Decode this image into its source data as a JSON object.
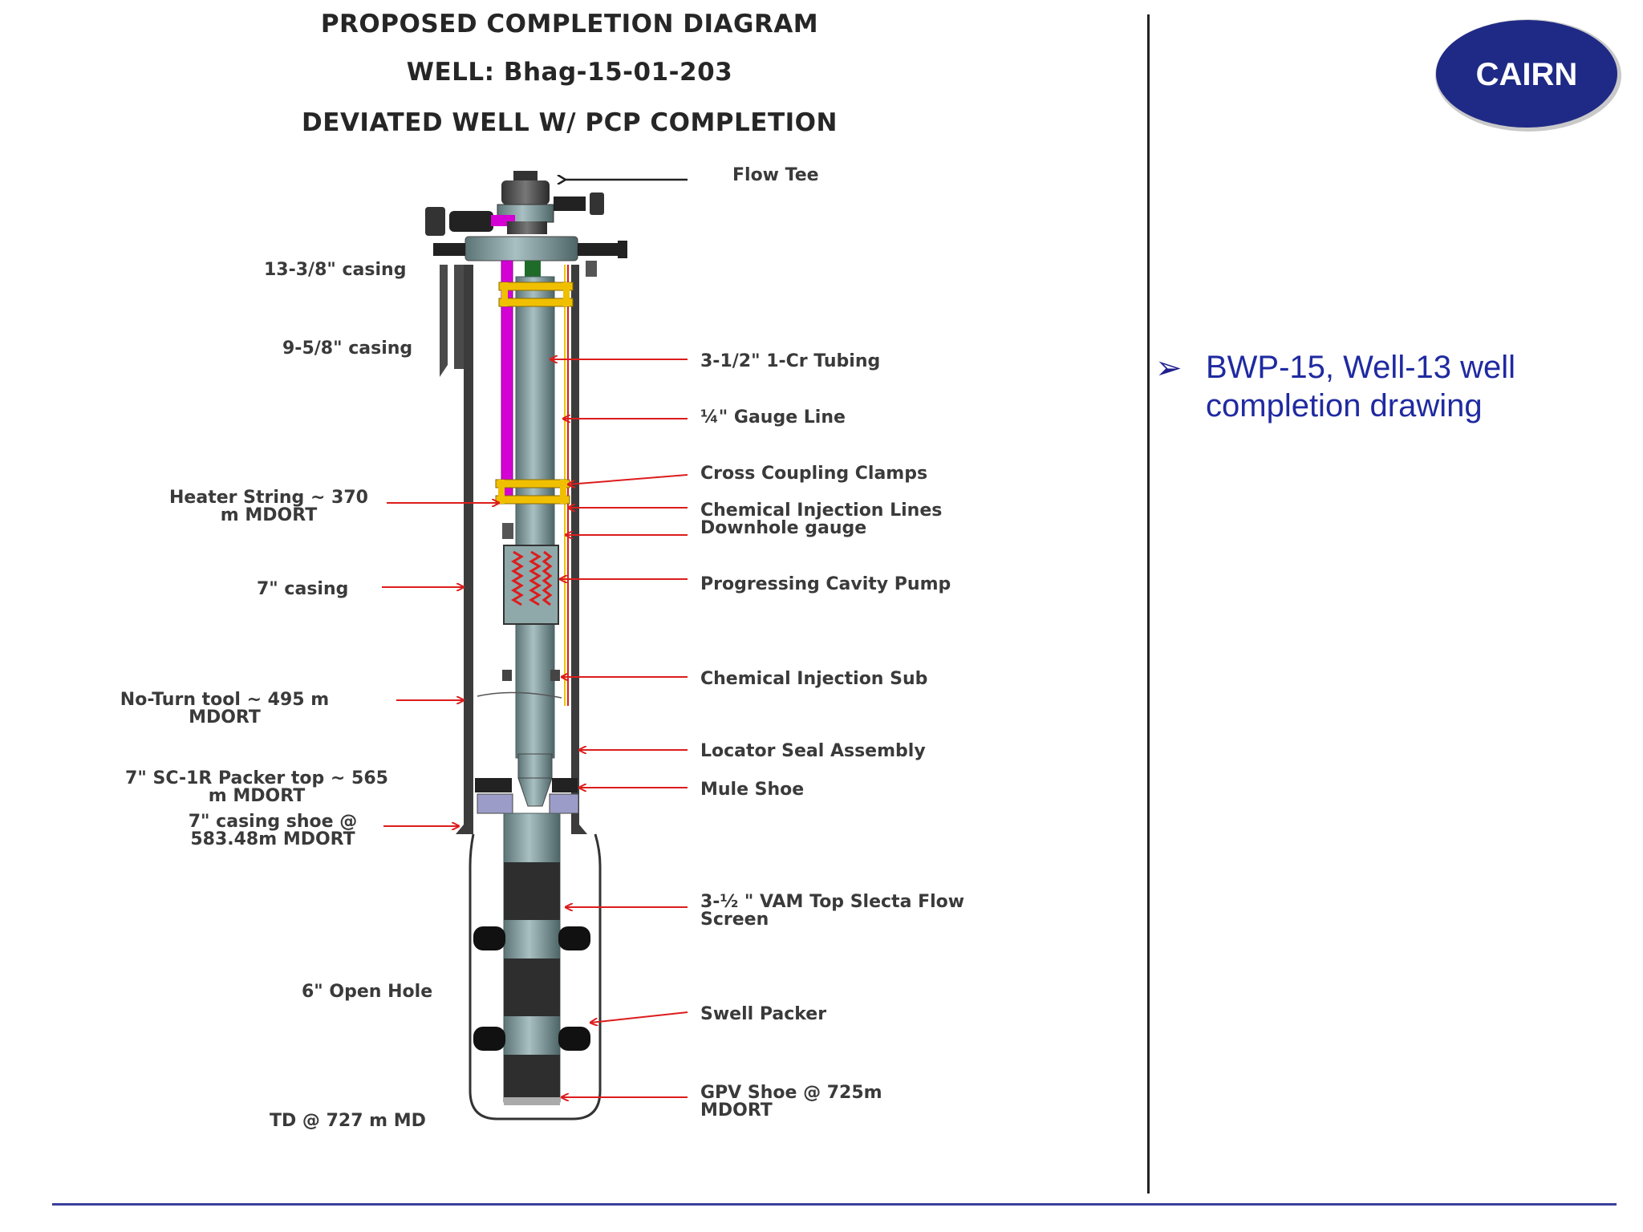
{
  "titles": {
    "main": "PROPOSED COMPLETION DIAGRAM",
    "well": "WELL: Bhag-15-01-203",
    "type": "DEVIATED WELL W/ PCP COMPLETION"
  },
  "logo": {
    "text": "CAIRN",
    "color": "#1f2a86"
  },
  "note": {
    "bullet_icon": "arrow-bullet-icon",
    "text": "BWP-15, Well-13 well completion drawing"
  },
  "left_labels": {
    "casing_13": "13-3/8\" casing",
    "casing_9": "9-5/8\" casing",
    "heater_1": "Heater String ~ 370",
    "heater_2": "m MDORT",
    "casing_7": "7\" casing",
    "noturn_1": "No-Turn tool ~ 495 m",
    "noturn_2": "MDORT",
    "packer_1": "7\" SC-1R Packer top ~ 565",
    "packer_2": "m MDORT",
    "shoe_1": "7\" casing shoe @",
    "shoe_2": "583.48m MDORT",
    "open_hole": "6\" Open Hole",
    "td": "TD @ 727 m MD"
  },
  "right_labels": {
    "flow_tee": "Flow Tee",
    "tubing": "3-1/2\" 1-Cr Tubing",
    "gauge_line": "¼\" Gauge Line",
    "clamps": "Cross Coupling Clamps",
    "chem_lines": "Chemical Injection Lines",
    "downhole_gauge": "Downhole gauge",
    "pcp": "Progressing Cavity Pump",
    "chem_sub": "Chemical Injection Sub",
    "locator": "Locator Seal Assembly",
    "mule_shoe": "Mule Shoe",
    "vam_1": "3-½ \" VAM Top Slecta Flow",
    "vam_2": "Screen",
    "swell": "Swell Packer",
    "gpv_1": "GPV Shoe @ 725m",
    "gpv_2": "MDORT"
  },
  "colors": {
    "tubing": "#6f8c8e",
    "heater": "#d400d4",
    "clamp": "#f0c000",
    "pointer": "#dd1c1c",
    "casing": "#3a3a3a",
    "accent": "#1f2aa0"
  }
}
